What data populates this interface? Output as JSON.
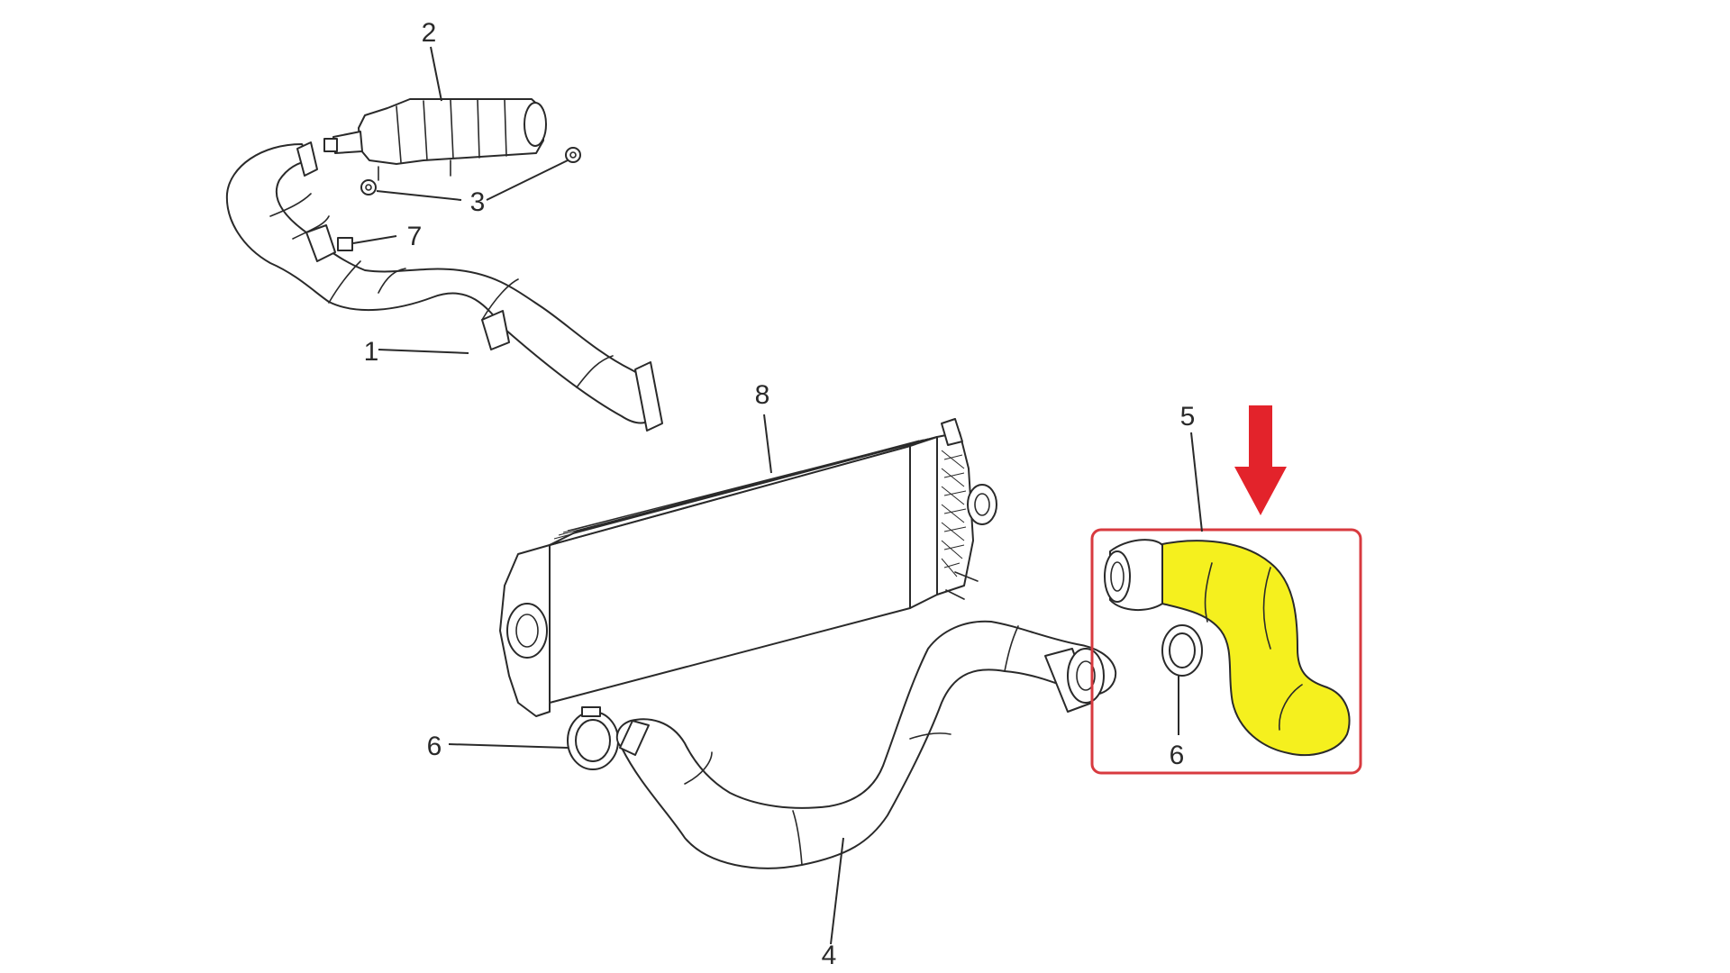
{
  "callouts": {
    "part_1": "1",
    "part_2": "2",
    "part_3": "3",
    "part_4": "4",
    "part_5": "5",
    "part_6_left": "6",
    "part_6_right": "6",
    "part_7": "7",
    "part_8": "8"
  },
  "highlight": {
    "highlighted_part": "5",
    "fill_color": "#f5f01e",
    "box_color": "#d83a3f",
    "arrow_color": "#e3232b",
    "arrow_icon": "arrow-down-icon"
  }
}
